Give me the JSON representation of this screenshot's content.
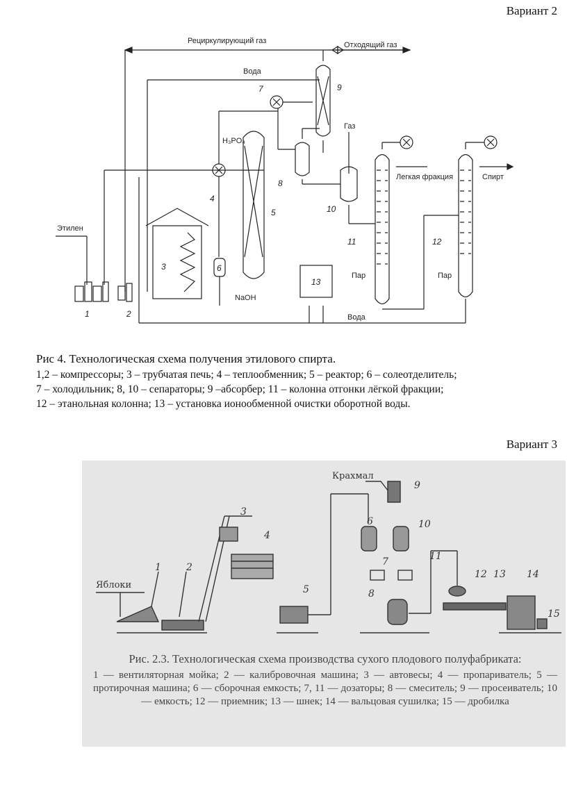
{
  "variant2": "Вариант 2",
  "variant3": "Вариант 3",
  "fig1": {
    "labels": {
      "recycle_gas": "Рециркулирующий газ",
      "off_gas": "Отходящий газ",
      "water_top": "Вода",
      "gas": "Газ",
      "h3po4": "H₃PO₄",
      "light_fraction": "Легкая фракция",
      "alcohol": "Спирт",
      "ethylene": "Этилен",
      "steam_11": "Пар",
      "steam_12": "Пар",
      "naoh": "NaOH",
      "water_bottom": "Вода"
    },
    "numbers": [
      "1",
      "2",
      "3",
      "4",
      "5",
      "6",
      "7",
      "8",
      "9",
      "10",
      "11",
      "12",
      "13"
    ]
  },
  "caption1": {
    "title": "Рис 4. Технологическая схема получения этилового спирта.",
    "line1": "1,2 – компрессоры; 3 – трубчатая печь; 4 – теплообменник; 5 – реактор; 6 – солеотделитель;",
    "line2": "7 – холодильник; 8, 10 – сепараторы; 9 –абсорбер; 11 – колонна отгонки лёгкой фракции;",
    "line3": "12 – этанольная колонна; 13 – установка ионообменной очистки оборотной воды."
  },
  "fig2": {
    "labels": {
      "apples": "Яблоки",
      "starch": "Крахмал"
    },
    "numbers": [
      "1",
      "2",
      "3",
      "4",
      "5",
      "6",
      "7",
      "8",
      "9",
      "10",
      "11",
      "12",
      "13",
      "14",
      "15"
    ]
  },
  "caption2": {
    "title": "Рис. 2.3. Технологическая схема производства сухого плодового полуфабриката:",
    "legend": "1 — вентиляторная мойка; 2 — калибровочная машина; 3 — автовесы; 4 — пропариватель; 5 — протирочная машина; 6 — сборочная емкость; 7, 11 — дозаторы; 8 — смеситель; 9 — просеиватель; 10 — емкость; 12 — приемник; 13 — шнек; 14 — вальцовая сушилка; 15 — дробилка"
  }
}
